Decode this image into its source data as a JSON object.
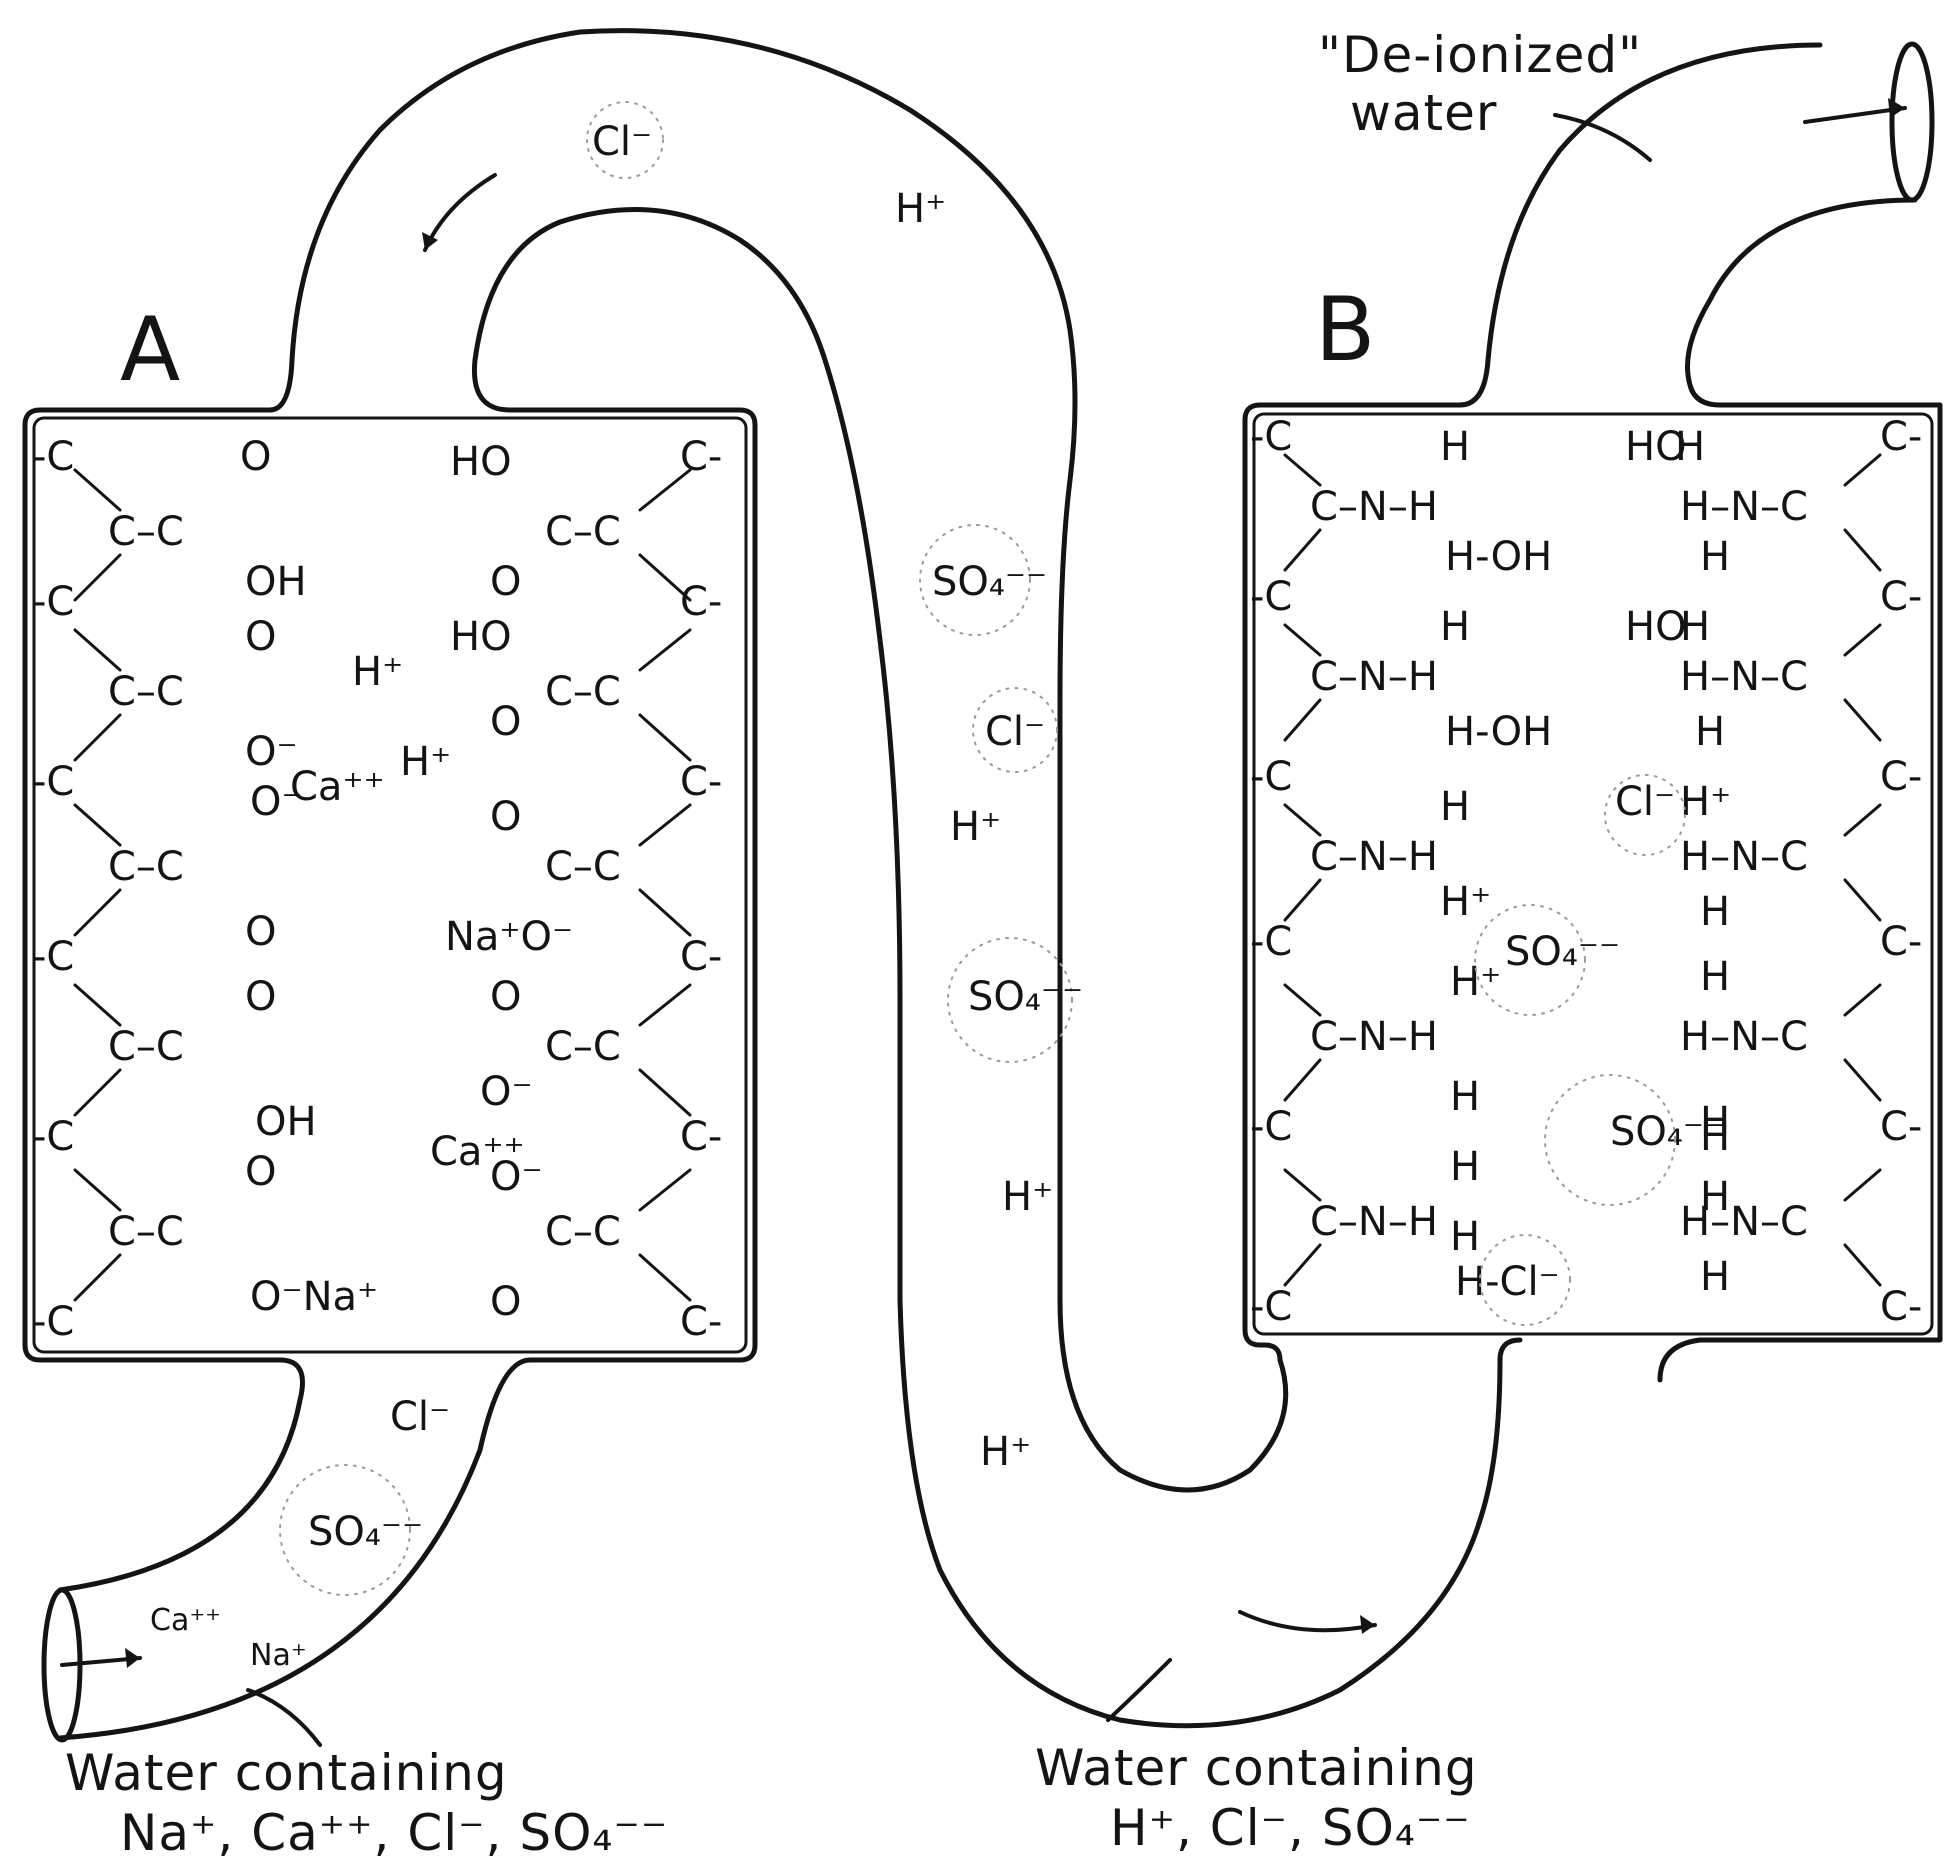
{
  "labels": {
    "resin_a": "A",
    "resin_b": "B",
    "outlet_line1": "\"De-ionized\"",
    "outlet_line2": "water",
    "inlet_line1": "Water containing",
    "inlet_line2": "Na⁺, Ca⁺⁺, Cl⁻, SO₄⁻⁻",
    "middle_line1": "Water containing",
    "middle_line2": "H⁺, Cl⁻, SO₄⁻⁻"
  },
  "ions": {
    "top_cl": "Cl⁻",
    "top_h": "H⁺",
    "mid_so4_1": "SO₄⁻⁻",
    "mid_cl": "Cl⁻",
    "mid_h_1": "H⁺",
    "mid_so4_2": "SO₄⁻⁻",
    "mid_h_2": "H⁺",
    "mid_h_3": "H⁺",
    "a_h_1": "H⁺",
    "a_h_2": "H⁺",
    "in_cl": "Cl⁻",
    "in_so4": "SO₄⁻⁻",
    "in_ca": "Ca⁺⁺",
    "in_na": "Na⁺"
  },
  "resin_a_left": {
    "carbons": [
      "-C",
      "C–C",
      "-C",
      "C–C",
      "-C",
      "C–C",
      "-C",
      "C–C",
      "-C",
      "C–C",
      "-C"
    ],
    "groups": [
      "O",
      "OH",
      "O",
      "O⁻",
      "O⁻",
      "Ca⁺⁺",
      "O",
      "O",
      "OH",
      "O",
      "O⁻Na⁺"
    ]
  },
  "resin_a_right": {
    "carbons": [
      "C-",
      "C–C",
      "C-",
      "C–C",
      "C-",
      "C–C",
      "C-",
      "C–C",
      "C-",
      "C–C",
      "C-"
    ],
    "groups": [
      "HO",
      "O",
      "HO",
      "O",
      "O",
      "Na⁺O⁻",
      "O",
      "O⁻",
      "Ca⁺⁺",
      "O⁻",
      "O"
    ]
  },
  "resin_b_left": {
    "carbons": [
      "-C",
      "C–N–H",
      "-C",
      "C–N–H",
      "-C",
      "C–N–H",
      "-C",
      "C–N–H",
      "-C",
      "C–N–H",
      "-C"
    ],
    "groups": [
      "H",
      "H-OH",
      "H",
      "H-OH",
      "H",
      "H⁺",
      "SO₄⁻⁻",
      "H⁺",
      "H",
      "H",
      "H",
      "H-Cl⁻"
    ]
  },
  "resin_b_right": {
    "carbons": [
      "C-",
      "H–N–C",
      "C-",
      "H–N–C",
      "C-",
      "H–N–C",
      "C-",
      "H–N–C",
      "C-",
      "H–N–C",
      "C-"
    ],
    "groups": [
      "HO",
      "H",
      "H",
      "HO",
      "H",
      "H",
      "Cl⁻",
      "H⁺",
      "H",
      "H",
      "H",
      "SO₄⁻⁻",
      "H",
      "H",
      "H"
    ]
  }
}
